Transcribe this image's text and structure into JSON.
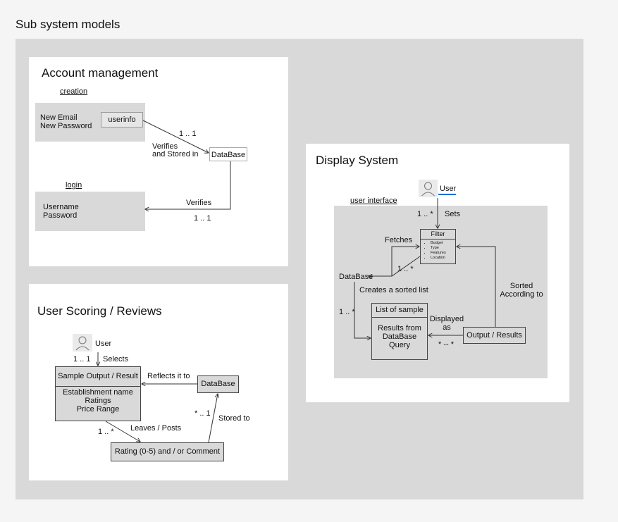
{
  "page_title": "Sub system models",
  "account": {
    "title": "Account management",
    "creation_label": "creation",
    "new_email": "New Email",
    "new_password": "New Password",
    "userinfo": "userinfo",
    "database": "DataBase",
    "mult_top": "1 .. 1",
    "verifies_stored_1": "Verifies",
    "verifies_stored_2": "and Stored in",
    "login_label": "login",
    "username": "Username",
    "password": "Password",
    "verifies": "Verifies",
    "mult_bottom": "1 .. 1"
  },
  "reviews": {
    "title": "User Scoring / Reviews",
    "user": "User",
    "mult_user": "1 .. 1",
    "selects": "Selects",
    "sample_header": "Sample Output / Result",
    "sample_line1": "Establishment name",
    "sample_line2": "Ratings",
    "sample_line3": "Price Range",
    "reflects": "Reflects it to",
    "database": "DataBase",
    "mult_db": "* .. 1",
    "stored_to": "Stored to",
    "mult_leaves": "1 .. *",
    "leaves_posts": "Leaves / Posts",
    "rating_box": "Rating (0-5) and / or Comment"
  },
  "display": {
    "title": "Display System",
    "user": "User",
    "ui_label": "user interface",
    "mult_sets": "1 .. *",
    "sets": "Sets",
    "filter_header": "Filter",
    "filter_items": [
      "Budget",
      "Type",
      "Features",
      "Location"
    ],
    "fetches": "Fetches",
    "mult_fetch": "1 .. *",
    "database": "DataBase",
    "creates_sorted": "Creates a sorted list",
    "mult_left": "1 .. *",
    "list_header": "List of sample",
    "list_line1": "Results from",
    "list_line2": "DataBase",
    "list_line3": "Query",
    "displayed_1": "Displayed",
    "displayed_2": "as",
    "mult_output": "* -- *",
    "output": "Output / Results",
    "sorted_1": "Sorted",
    "sorted_2": "According to"
  }
}
